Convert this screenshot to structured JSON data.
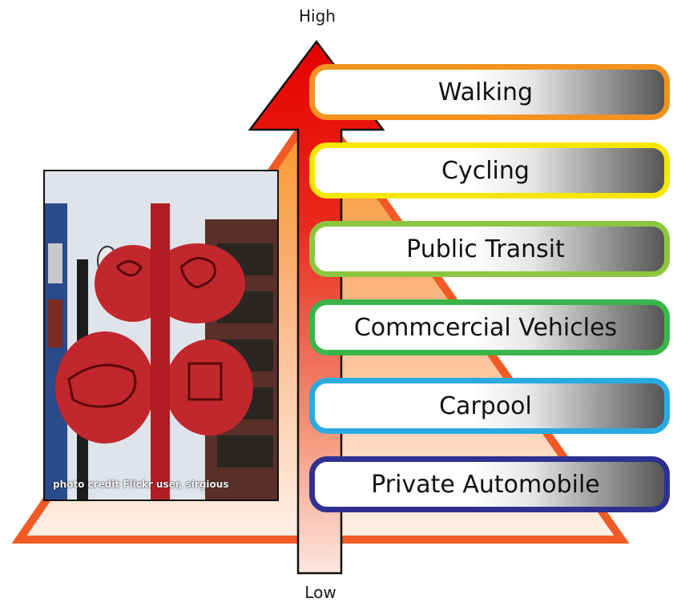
{
  "axis": {
    "high_label": "High",
    "low_label": "Low"
  },
  "photo": {
    "credit": "photo credit Flickr user, sirgious"
  },
  "modes": [
    {
      "label": "Walking",
      "border_color": "#f29320"
    },
    {
      "label": "Cycling",
      "border_color": "#f7e600"
    },
    {
      "label": "Public Transit",
      "border_color": "#8cc63f"
    },
    {
      "label": "Commcercial Vehicles",
      "border_color": "#39b54a"
    },
    {
      "label": "Carpool",
      "border_color": "#29abe2"
    },
    {
      "label": "Private Automobile",
      "border_color": "#2e3192"
    }
  ],
  "colors": {
    "pyramid_outline": "#f15a24",
    "arrow_red": "#e60000",
    "sign_red": "#c1272d"
  }
}
